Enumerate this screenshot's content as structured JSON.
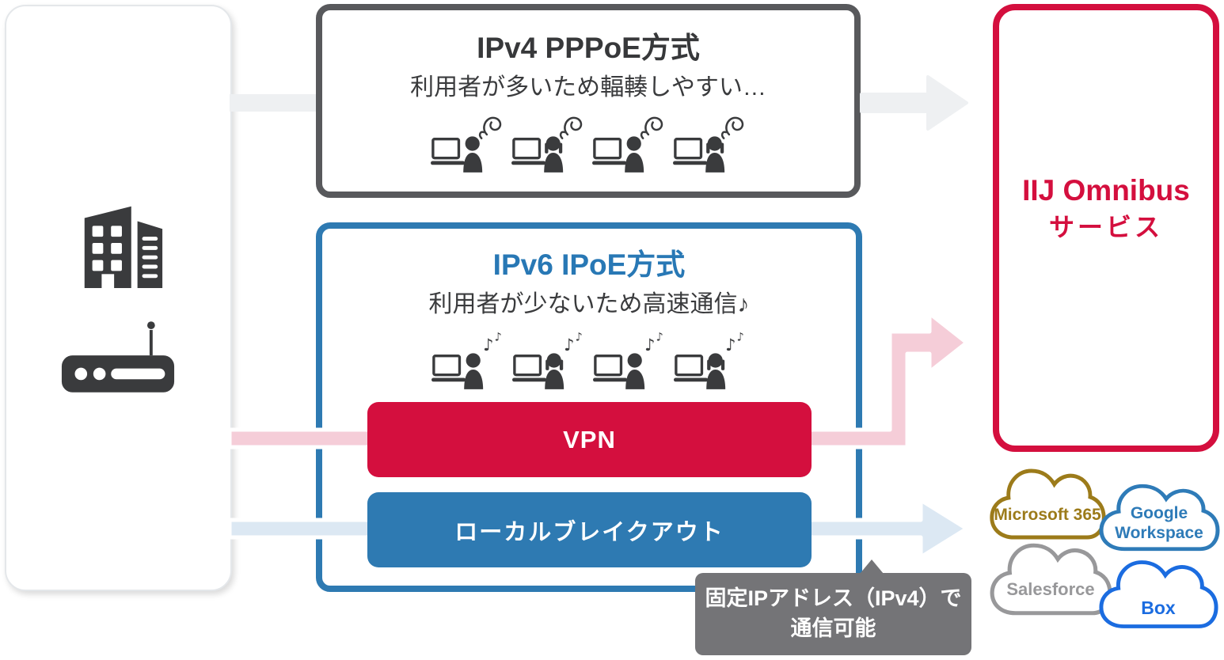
{
  "ipv4_box": {
    "title": "IPv4 PPPoE方式",
    "subtitle": "利用者が多いため輻輳しやすい…"
  },
  "ipv6_box": {
    "title": "IPv6 IPoE方式",
    "subtitle": "利用者が少ないため高速通信♪",
    "vpn_label": "VPN",
    "local_breakout_label": "ローカルブレイクアウト"
  },
  "service_box": {
    "line1": "IIJ Omnibus",
    "line2": "サービス"
  },
  "clouds": [
    {
      "label": "Microsoft 365",
      "color": "#9c7b1a"
    },
    {
      "lines": [
        "Google",
        "Workspace"
      ],
      "color": "#2e7bb8"
    },
    {
      "label": "Salesforce",
      "color": "#98989a"
    },
    {
      "label": "Box",
      "color": "#1b6ce0"
    }
  ],
  "tooltip": {
    "line1": "固定IPアドレス（IPv4）で",
    "line2": "通信可能"
  },
  "icons": {
    "music_note": "♪",
    "building_icon": "office-buildings",
    "router_icon": "router-with-antenna",
    "user_icon": "person-at-laptop",
    "frustration_mark": "spiral-squiggle"
  },
  "colors": {
    "red": "#d40f3e",
    "blue": "#2e7ab2",
    "dark": "#3a3b3d",
    "box_border_gray": "#58595c",
    "pink_arrow": "#f5cdd8",
    "lightblue_arrow": "#dce8f3",
    "lightgray_arrow": "#eef0f2",
    "tooltip_gray": "#747477"
  }
}
